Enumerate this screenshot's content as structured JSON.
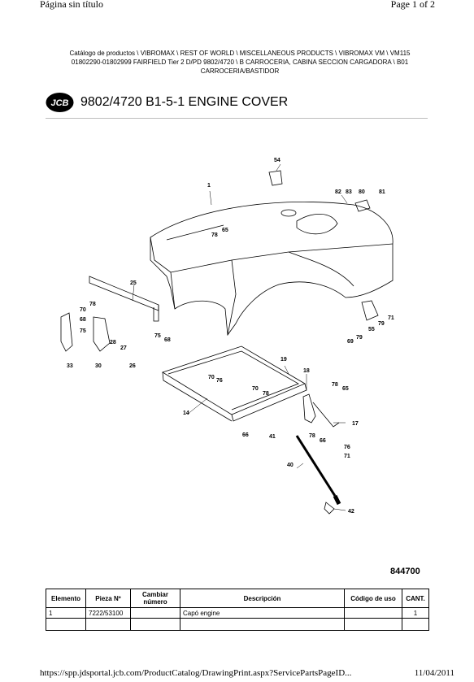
{
  "header": {
    "page_title": "Página sin título",
    "page_count": "Page 1 of 2"
  },
  "breadcrumb": {
    "line1": "Catálogo de productos \\ VIBROMAX \\ REST OF WORLD \\ MISCELLANEOUS PRODUCTS \\ VIBROMAX VM \\ VM115",
    "line2": "01802290-01802999 FAIRFIELD Tier 2 D/PD 9802/4720 \\ B CARROCERIA, CABINA SECCION CARGADORA \\ B01",
    "line3": "CARROCERIA/BASTIDOR"
  },
  "logo_text": "JCB",
  "title": "9802/4720 B1-5-1 ENGINE COVER",
  "figure_number": "844700",
  "diagram_labels": {
    "l1": "1",
    "l54": "54",
    "l82": "82",
    "l83": "83",
    "l80": "80",
    "l81": "81",
    "l65a": "65",
    "l78a": "78",
    "l25": "25",
    "l70a": "70",
    "l78b": "78",
    "l68": "68",
    "l75a": "75",
    "l33": "33",
    "l30": "30",
    "l28": "28",
    "l27": "27",
    "l26": "26",
    "l75b": "75",
    "l68b": "68",
    "l71": "71",
    "l55": "55",
    "l79a": "79",
    "l69": "69",
    "l79b": "79",
    "l19": "19",
    "l18": "18",
    "l70b": "70",
    "l76a": "76",
    "l70c": "70",
    "l78c": "78",
    "l78d": "78",
    "l65b": "65",
    "l14": "14",
    "l17": "17",
    "l66a": "66",
    "l41": "41",
    "l78e": "78",
    "l66b": "66",
    "l76b": "76",
    "l71b": "71",
    "l40": "40",
    "l42": "42"
  },
  "table": {
    "headers": [
      "Elemento",
      "Pieza Nº",
      "Cambiar número",
      "Descripción",
      "Código de uso",
      "CANT."
    ],
    "rows": [
      {
        "item": "1",
        "part": "7222/53100",
        "change": "",
        "desc": "Capó engine",
        "code": "",
        "qty": "1"
      }
    ]
  },
  "footer": {
    "url": "https://spp.jdsportal.jcb.com/ProductCatalog/DrawingPrint.aspx?ServicePartsPageID...",
    "date": "11/04/2011"
  }
}
